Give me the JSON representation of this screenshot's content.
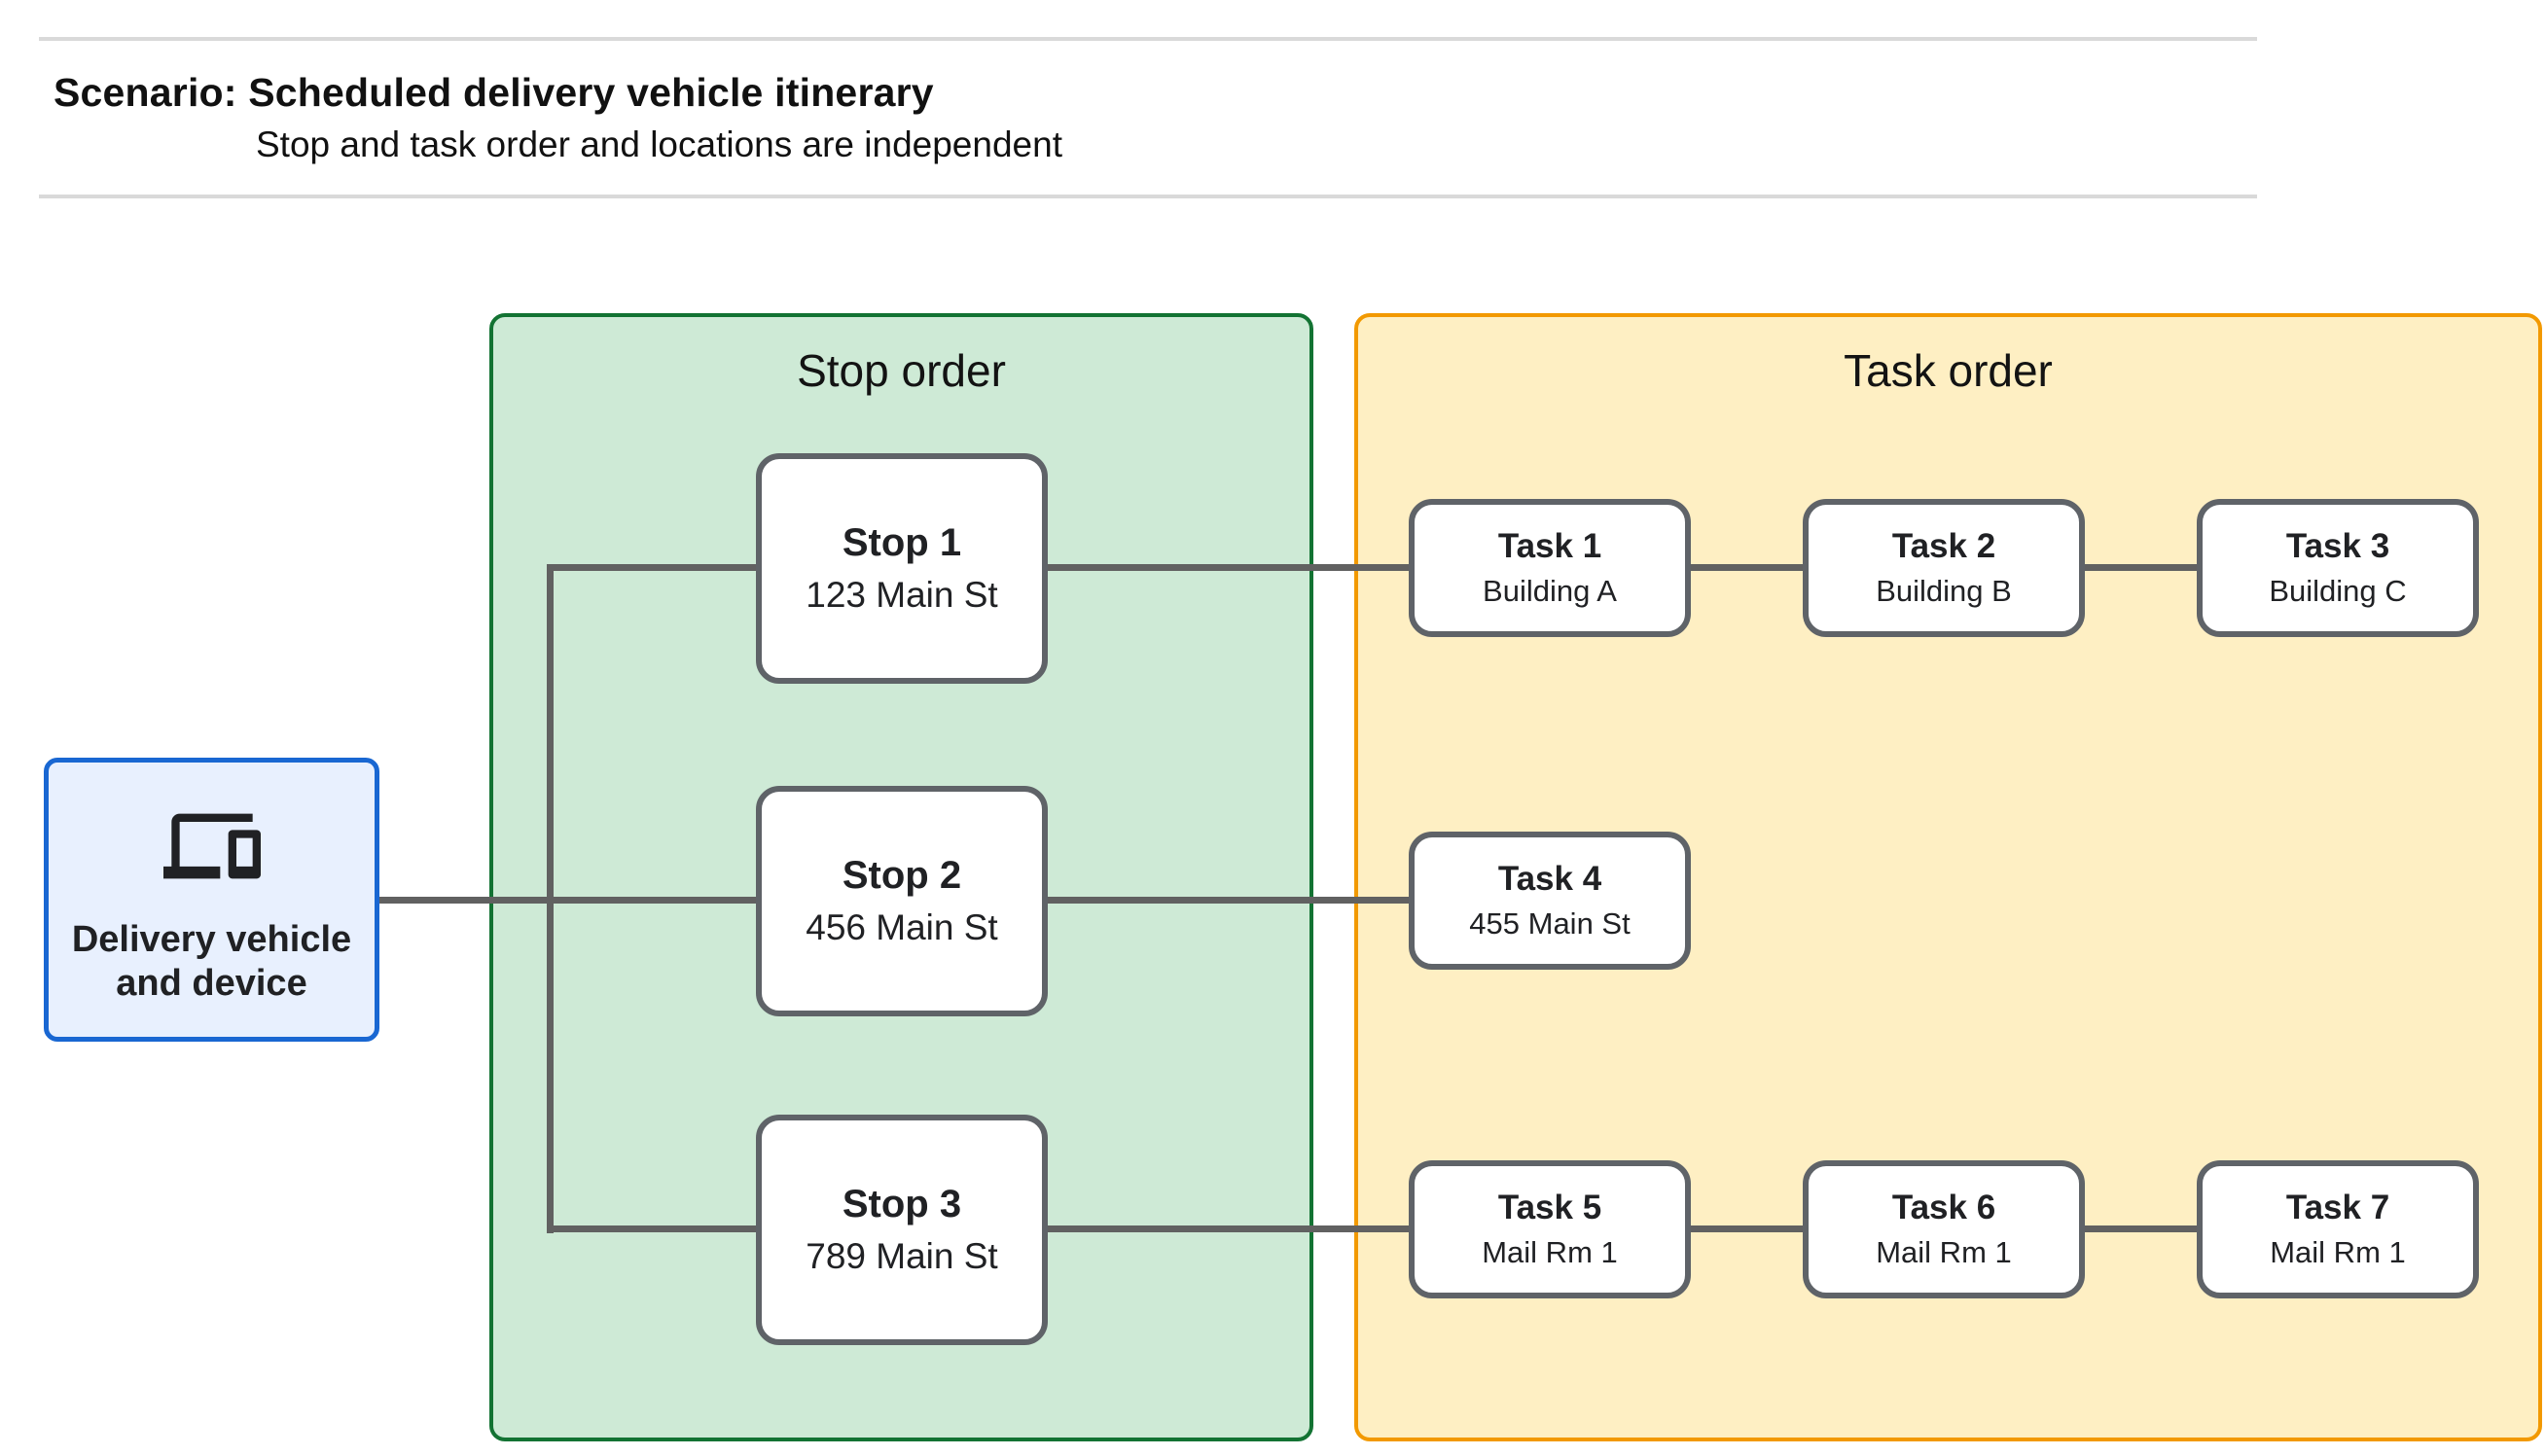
{
  "header": {
    "title": "Scenario: Scheduled delivery vehicle itinerary",
    "subtitle": "Stop and task order and locations are independent"
  },
  "source": {
    "label": "Delivery vehicle and device",
    "icon": "devices-icon"
  },
  "panels": {
    "stops": {
      "title": "Stop order"
    },
    "tasks": {
      "title": "Task order"
    }
  },
  "stops": [
    {
      "title": "Stop 1",
      "subtitle": "123 Main St",
      "tasks": [
        {
          "title": "Task 1",
          "subtitle": "Building A"
        },
        {
          "title": "Task 2",
          "subtitle": "Building B"
        },
        {
          "title": "Task 3",
          "subtitle": "Building C"
        }
      ]
    },
    {
      "title": "Stop 2",
      "subtitle": "456 Main St",
      "tasks": [
        {
          "title": "Task 4",
          "subtitle": "455 Main St"
        }
      ]
    },
    {
      "title": "Stop 3",
      "subtitle": "789 Main St",
      "tasks": [
        {
          "title": "Task 5",
          "subtitle": "Mail Rm 1"
        },
        {
          "title": "Task 6",
          "subtitle": "Mail Rm 1"
        },
        {
          "title": "Task 7",
          "subtitle": "Mail Rm 1"
        }
      ]
    }
  ],
  "colors": {
    "source_fill": "#e8f0fe",
    "source_border": "#1967d2",
    "stop_panel_fill": "#ceead6",
    "stop_panel_border": "#137333",
    "task_panel_fill": "#feefc3",
    "task_panel_border": "#f29900",
    "node_border": "#5f6368",
    "connector": "#616161",
    "divider": "#d9d9d9",
    "text": "#202124"
  }
}
